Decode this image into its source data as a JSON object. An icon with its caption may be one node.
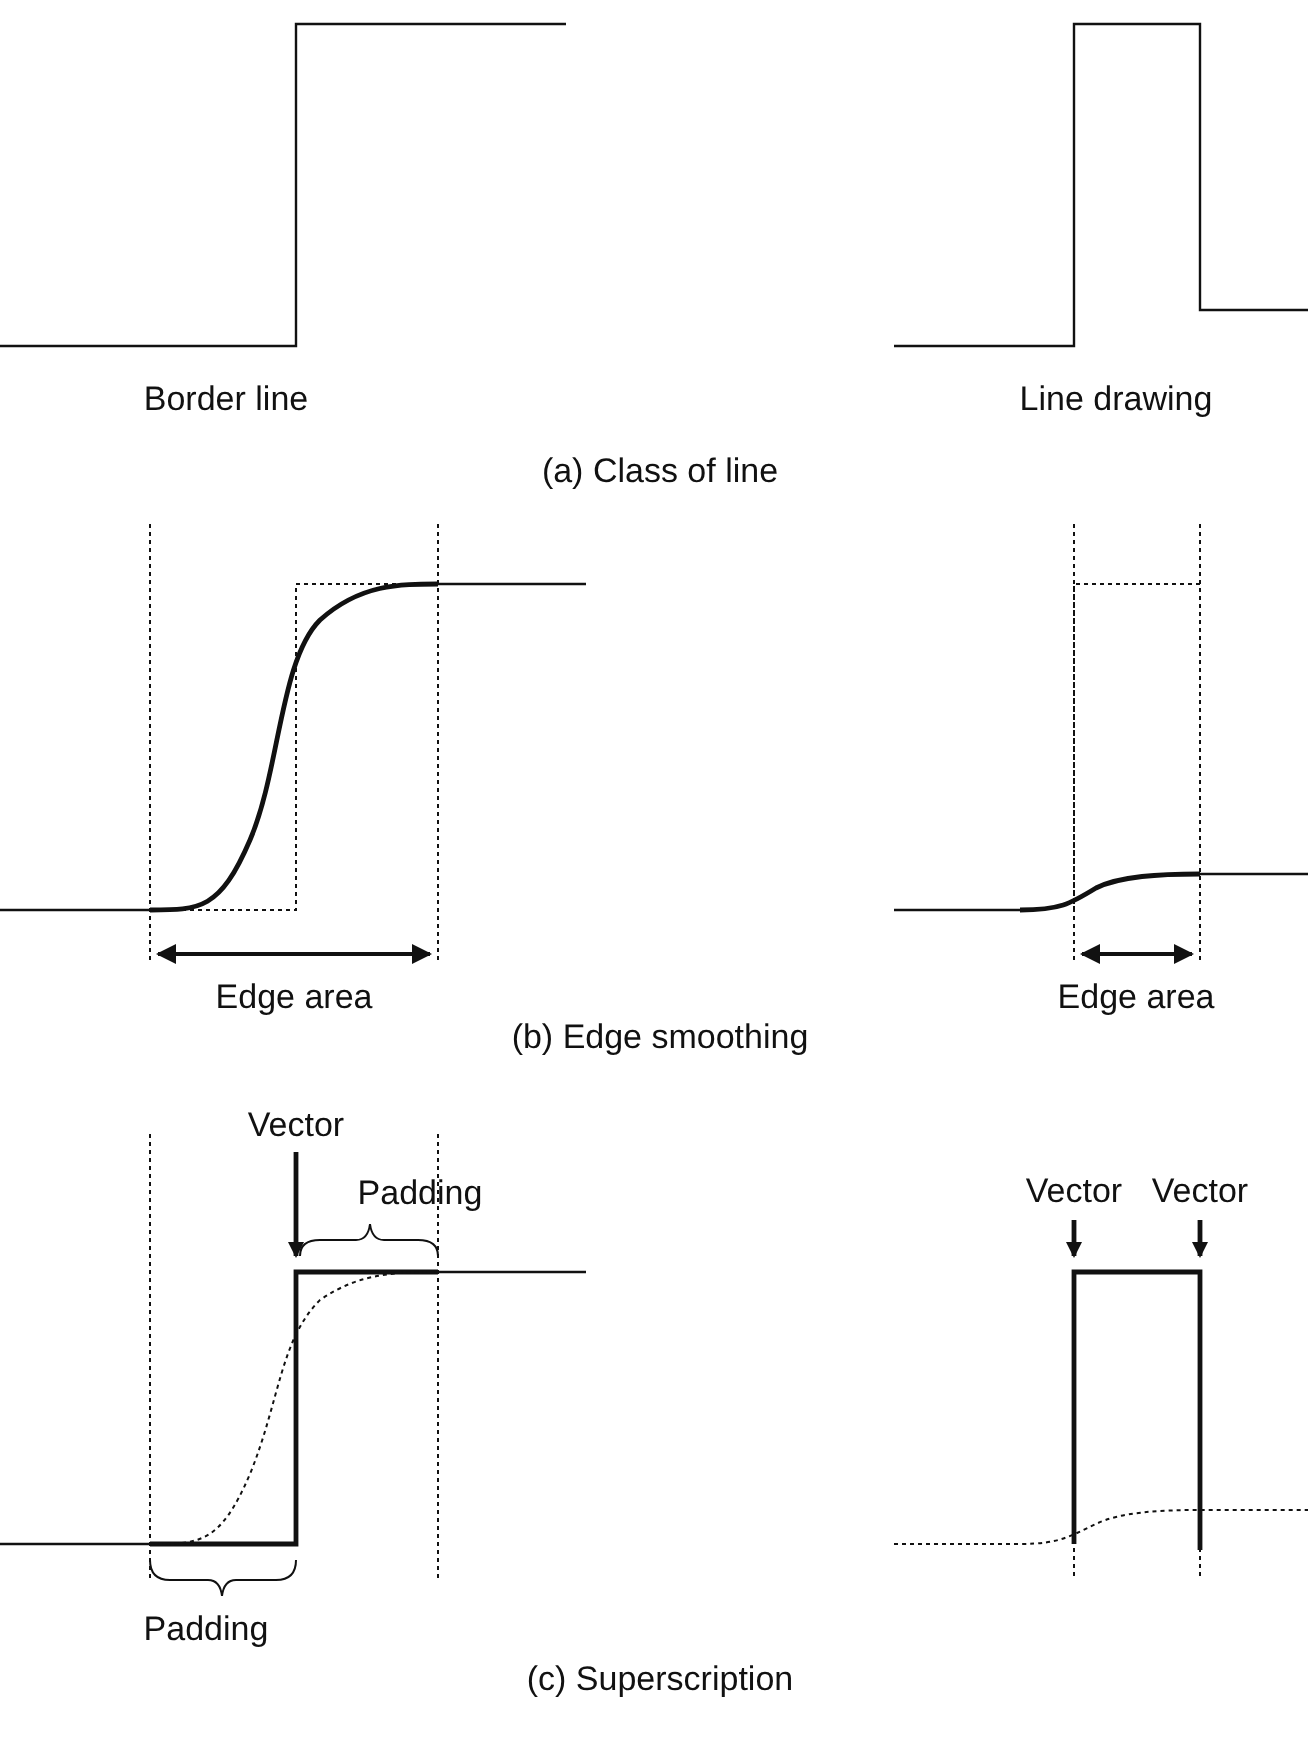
{
  "diagram": {
    "labels": [
      "Border line",
      "Line drawing",
      "(a) Class of line",
      "Edge area",
      "Edge area",
      "(b) Edge smoothing",
      "Vector",
      "Padding",
      "Vector",
      "Vector",
      "Padding",
      "(c) Superscription"
    ]
  }
}
